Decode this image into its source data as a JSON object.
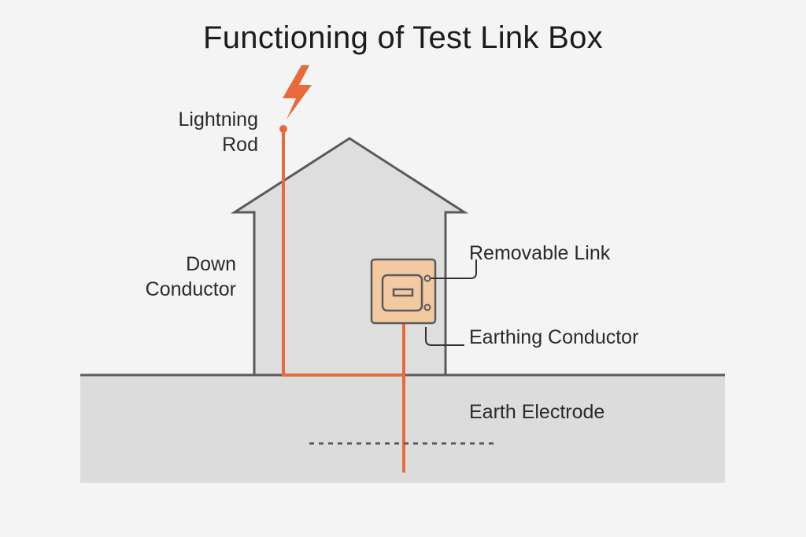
{
  "title": "Functioning of Test Link Box",
  "labels": {
    "lightning_rod_line1": "Lightning",
    "lightning_rod_line2": "Rod",
    "down_conductor_line1": "Down",
    "down_conductor_line2": "Conductor",
    "removable_link": "Removable Link",
    "earthing_conductor": "Earthing Conductor",
    "earth_electrode": "Earth Electrode"
  },
  "colors": {
    "conductor": "#e8693a",
    "test_box_fill": "#f3c9a2",
    "building_fill": "#dedede",
    "building_outline": "#5a5a5a",
    "ground_fill": "#dcdcdc",
    "background": "#f4f4f4"
  },
  "icons": {
    "lightning": "lightning-bolt-icon"
  }
}
